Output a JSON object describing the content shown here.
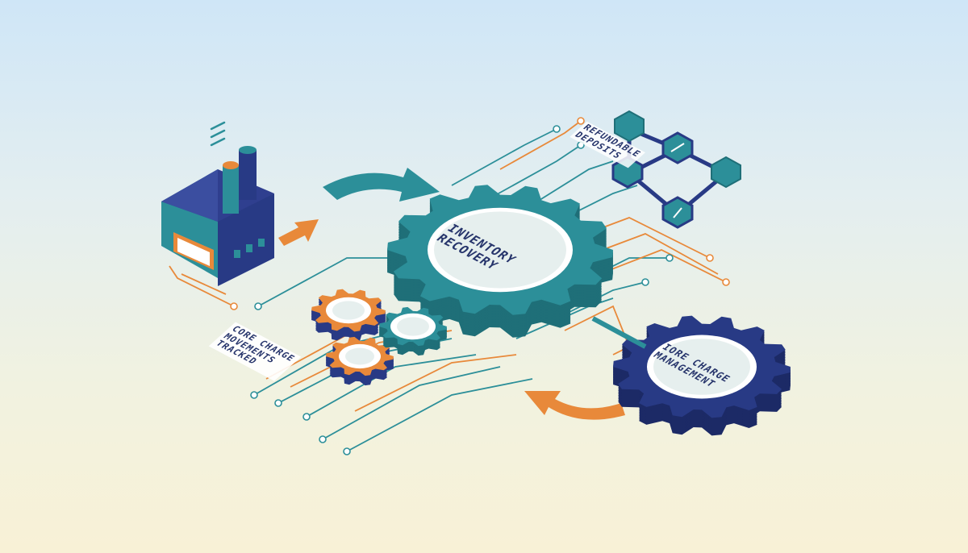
{
  "labels": {
    "inventory_recovery": [
      "INVENTORY",
      "RECOVERY"
    ],
    "core_charge_management": [
      "IORE CHARGE",
      "MANAGEMENT"
    ],
    "refundable_deposits": [
      "REFUNDABLE",
      "DEPOSITS"
    ],
    "core_charge_movements": [
      "CORE CHARGE",
      "MOVEMENTS",
      "TRACKED"
    ]
  },
  "colors": {
    "teal": "#2c8f99",
    "teal_dark": "#1f6f78",
    "navy": "#283a85",
    "navy_dark": "#1c2a66",
    "orange": "#e8893a",
    "white": "#ffffff"
  },
  "icons": [
    "factory-icon",
    "gear-icon",
    "arrow-icon",
    "network-node-icon"
  ]
}
